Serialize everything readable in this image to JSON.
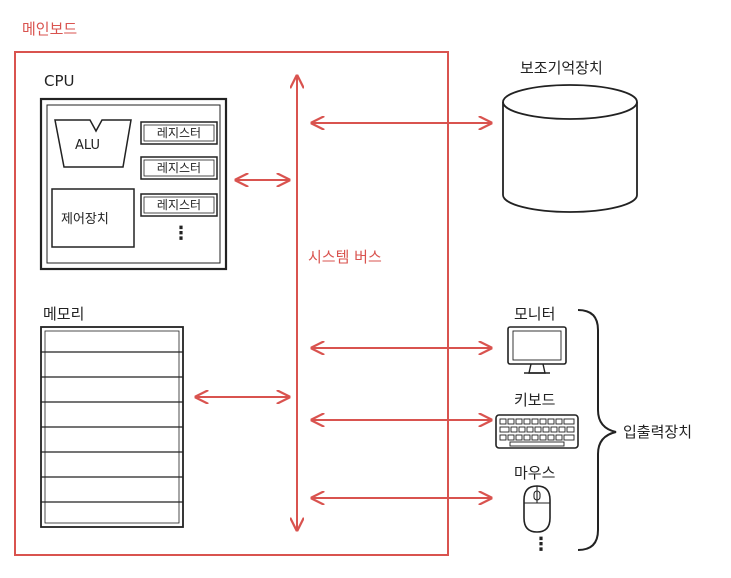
{
  "colors": {
    "accent": "#d9534f",
    "ink": "#222222"
  },
  "mainboard": {
    "label": "메인보드"
  },
  "cpu": {
    "label": "CPU",
    "alu": "ALU",
    "control_unit": "제어장치",
    "registers": [
      "레지스터",
      "레지스터",
      "레지스터"
    ],
    "more": "⋮"
  },
  "memory": {
    "label": "메모리"
  },
  "system_bus": {
    "label": "시스템 버스"
  },
  "storage": {
    "label": "보조기억장치"
  },
  "io": {
    "group_label": "입출력장치",
    "monitor": "모니터",
    "keyboard": "키보드",
    "mouse": "마우스",
    "more": "⋮"
  }
}
